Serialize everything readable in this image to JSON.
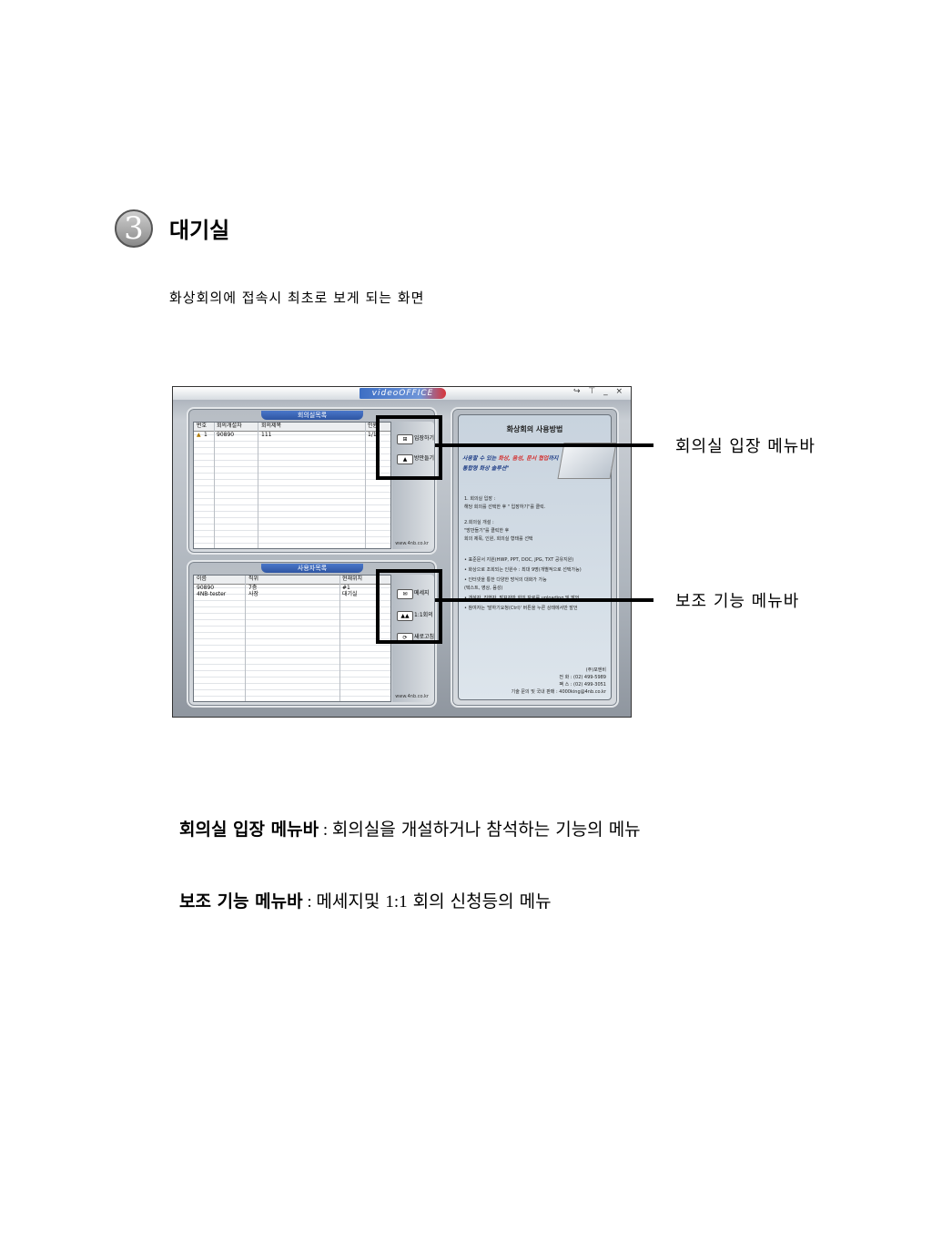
{
  "heading": {
    "number": "3",
    "title": "대기실"
  },
  "intro": "화상회의에 접속시 최초로 보게 되는 화면",
  "screenshot": {
    "logo": "videoOFFICE",
    "window_controls": "↪ ⊤ _ ×",
    "room_panel": {
      "title": "회의실목록",
      "columns": [
        "번호",
        "회의개설자",
        "회의제목",
        "인원"
      ],
      "rows": [
        {
          "num": "1",
          "creator": "90890",
          "title": "111",
          "count": "1/10"
        }
      ],
      "buttons": [
        {
          "icon": "⊞",
          "label": "입장하기"
        },
        {
          "icon": "▲",
          "label": "방만들기"
        }
      ],
      "footer": "www.4nb.co.kr"
    },
    "user_panel": {
      "title": "사용자목록",
      "columns": [
        "이름",
        "직위",
        "현재위치"
      ],
      "rows": [
        {
          "name": "90890",
          "position": "7층",
          "location": "#1"
        },
        {
          "name": "4NB-tester",
          "position": "사장",
          "location": "대기실"
        }
      ],
      "buttons": [
        {
          "icon": "✉",
          "label": "메세지"
        },
        {
          "icon": "▲▲",
          "label": "1:1회의"
        },
        {
          "icon": "⟳",
          "label": "새로고침"
        }
      ],
      "footer": "www.4nb.co.kr"
    },
    "help": {
      "title": "화상회의 사용방법",
      "slogan_1": "사용할 수 있는 ",
      "slogan_red": "화상, 음성, 문서 협업",
      "slogan_2": "까지",
      "slogan_3": "통합형 화상 솔루션\"",
      "lines": [
        "1. 회의실 입장 :",
        "  해당 회의를 선택한 후 \" 입장하기\"를 클릭.",
        "2.회의실 개설 :",
        "  \"방만들기\"를 클릭한 후",
        "  회의 제목, 인원, 회의실 형태를 선택",
        "• 표준문서 지원(HWP, PPT, DOC, JPG, TXT 공유지원)",
        "• 화상으로 조회되는 인원수 : 최대 9명(개별적으로 선택가능)",
        "• 인터넷을 통한 다양한 방식의 대화가 가능",
        "  (텍스트, 영상, 음성)",
        "• 개설자, 진행자, 발표자만 회의 자료를 uploading 및 발언",
        "• 참여자는 '말하기요청(Ctrl)' 버튼을 누른 상태에서만 발언"
      ],
      "contact": [
        "(주)포엔비",
        "전   화 : (02) 499-5989",
        "팩   스 : (02) 499-3051",
        "기술 문의 및 국내 판매 : 4000king@4nb.co.kr"
      ]
    }
  },
  "callouts": {
    "entry": "회의실 입장 메뉴바",
    "aux": "보조 기능 메뉴바"
  },
  "descriptions": {
    "entry": {
      "term": "회의실 입장 메뉴바",
      "sep": " : ",
      "text": "회의실을 개설하거나 참석하는 기능의 메뉴"
    },
    "aux": {
      "term": "보조 기능 메뉴바",
      "sep": " : ",
      "text_a": "메세지및 ",
      "text_b": "1:1",
      "text_c": " 회의 신청등의 메뉴"
    }
  }
}
